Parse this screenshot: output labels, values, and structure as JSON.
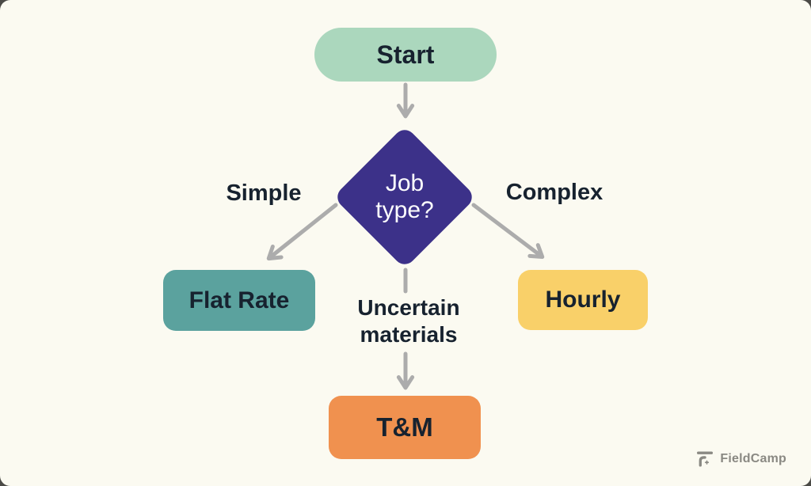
{
  "colors": {
    "frame": "#4B4A46",
    "canvas": "#FBFAF1",
    "arrow": "#ACACAC",
    "dark_text": "#17222F",
    "start_fill": "#ABD7BD",
    "decision_fill": "#3C3189",
    "decision_text": "#FFFFFF",
    "flat_rate_fill": "#5BA29E",
    "hourly_fill": "#F9D069",
    "tm_fill": "#F0914F",
    "watermark": "#8A8983"
  },
  "nodes": {
    "start": {
      "label": "Start"
    },
    "decision": {
      "label": "Job type?"
    },
    "flat_rate": {
      "label": "Flat Rate"
    },
    "hourly": {
      "label": "Hourly"
    },
    "tm": {
      "label": "T&M"
    }
  },
  "edge_labels": {
    "simple": "Simple",
    "complex": "Complex",
    "uncertain_materials": "Uncertain materials"
  },
  "watermark": {
    "brand": "FieldCamp"
  }
}
